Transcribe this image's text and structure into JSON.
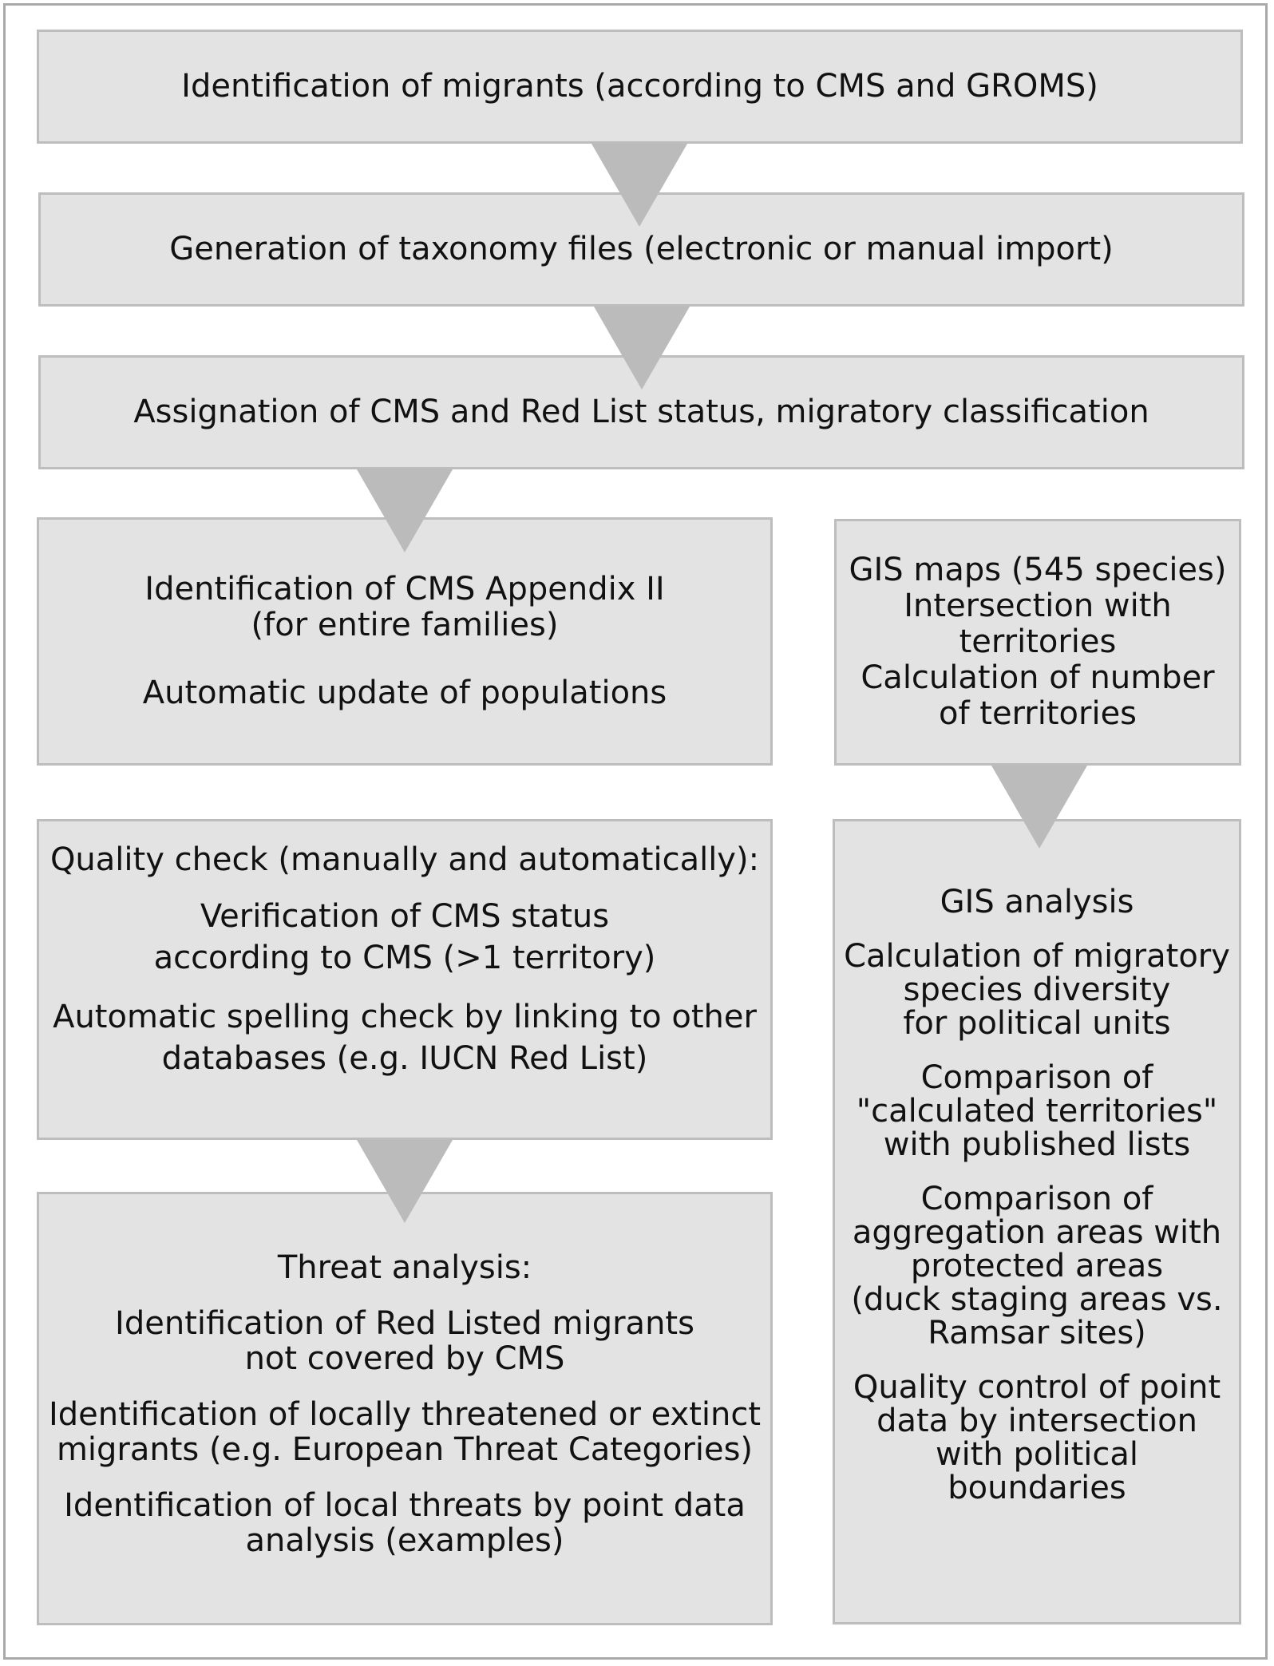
{
  "boxes": {
    "b1": {
      "lines": [
        "Identification  of migrants (according to CMS and GROMS)"
      ]
    },
    "b2": {
      "lines": [
        "Generation of taxonomy files (electronic or manual import)"
      ]
    },
    "b3": {
      "lines": [
        "Assignation of CMS and Red List status, migratory classification"
      ]
    },
    "b4": {
      "p1": [
        "Identification of CMS Appendix II",
        "(for entire families)"
      ],
      "p2": [
        "Automatic update of populations"
      ]
    },
    "b5": {
      "p1": [
        "GIS maps (545 species)",
        "Intersection with",
        "territories",
        "Calculation of number",
        "of territories"
      ]
    },
    "b6": {
      "p1": [
        "Quality check (manually and automatically):"
      ],
      "p2": [
        "Verification of CMS status",
        "according to CMS (>1 territory)"
      ],
      "p3": [
        "Automatic spelling check by linking to other",
        "databases (e.g. IUCN Red List)"
      ]
    },
    "b7": {
      "p1": [
        "GIS analysis"
      ],
      "p2": [
        "Calculation of migratory",
        "species diversity",
        "for political units"
      ],
      "p3": [
        "Comparison of",
        "\"calculated territories\"",
        "with published lists"
      ],
      "p4": [
        "Comparison of",
        "aggregation areas with",
        "protected areas",
        "(duck staging areas vs.",
        "Ramsar sites)"
      ],
      "p5": [
        "Quality control of point",
        "data by intersection",
        "with political",
        "boundaries"
      ]
    },
    "b8": {
      "p1": [
        "Threat analysis:"
      ],
      "p2": [
        "Identification of Red Listed migrants",
        "not covered by CMS"
      ],
      "p3": [
        "Identification of locally threatened or extinct",
        "migrants (e.g. European Threat Categories)"
      ],
      "p4": [
        "Identification of local threats by point data",
        "analysis (examples)"
      ]
    }
  },
  "colors": {
    "box_fill": "#e3e3e3",
    "box_border": "#bdbdbd",
    "arrow": "#bbbbbb",
    "frame": "#a9a9a9",
    "text": "#111111"
  }
}
